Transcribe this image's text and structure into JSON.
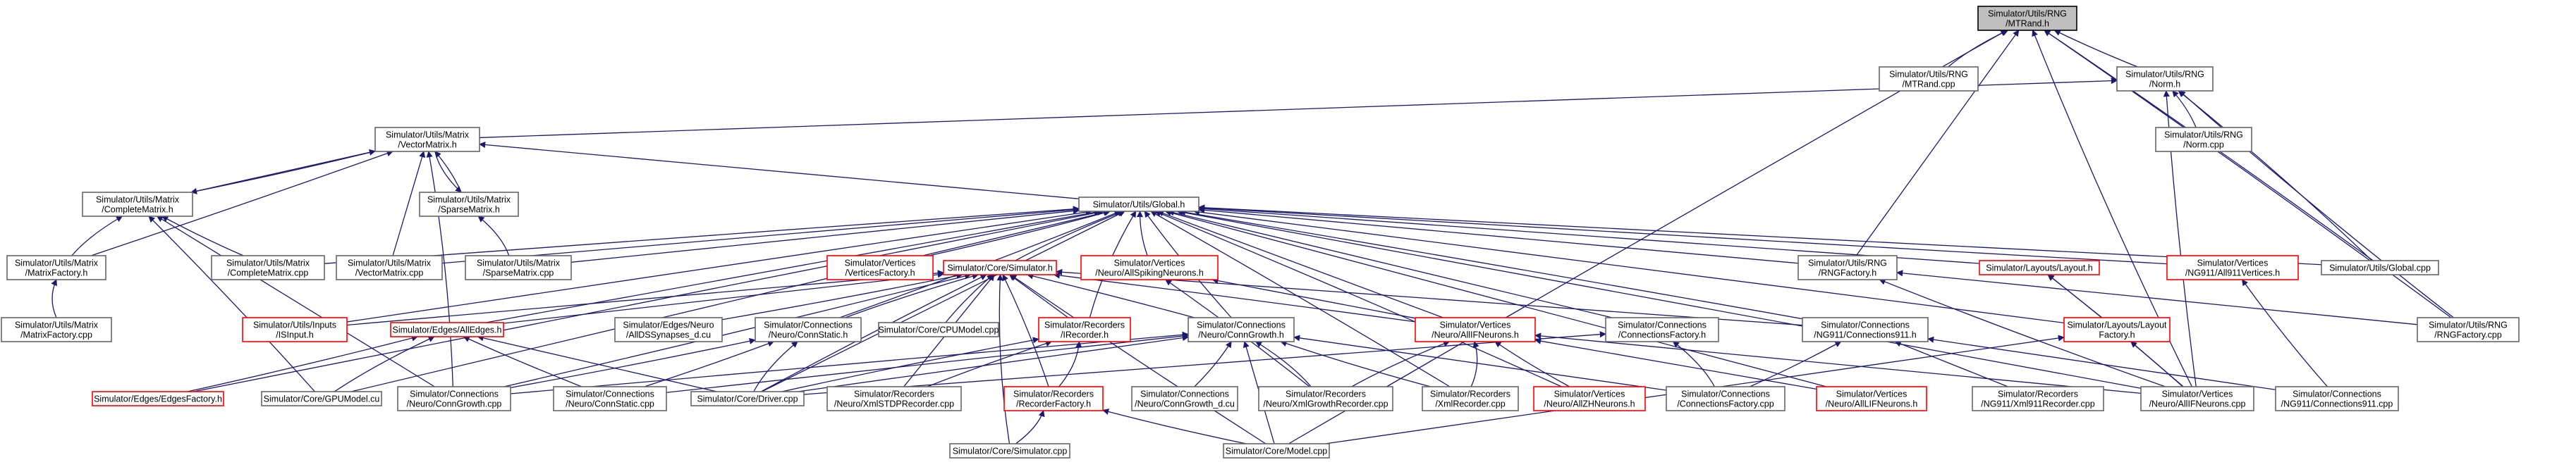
{
  "diagram": {
    "kind": "include-dependency-graph",
    "colors": {
      "edge": "#191970",
      "node_border": "#666666",
      "incomplete_node_border": "#ff0000",
      "root_fill": "#bfbfbf",
      "background": "#ffffff"
    },
    "nodes": [
      {
        "id": "mtrand_h",
        "lines": [
          "Simulator/Utils/RNG",
          "/MTRand.h"
        ],
        "style": "root"
      },
      {
        "id": "mtrand_cpp",
        "lines": [
          "Simulator/Utils/RNG",
          "/MTRand.cpp"
        ],
        "style": "normal"
      },
      {
        "id": "norm_h",
        "lines": [
          "Simulator/Utils/RNG",
          "/Norm.h"
        ],
        "style": "normal"
      },
      {
        "id": "norm_cpp",
        "lines": [
          "Simulator/Utils/RNG",
          "/Norm.cpp"
        ],
        "style": "normal"
      },
      {
        "id": "vectormatrix_h",
        "lines": [
          "Simulator/Utils/Matrix",
          "/VectorMatrix.h"
        ],
        "style": "normal"
      },
      {
        "id": "completematrix_h",
        "lines": [
          "Simulator/Utils/Matrix",
          "/CompleteMatrix.h"
        ],
        "style": "normal"
      },
      {
        "id": "sparsematrix_h",
        "lines": [
          "Simulator/Utils/Matrix",
          "/SparseMatrix.h"
        ],
        "style": "normal"
      },
      {
        "id": "global_h",
        "lines": [
          "Simulator/Utils/Global.h"
        ],
        "style": "normal"
      },
      {
        "id": "matrixfactory_h",
        "lines": [
          "Simulator/Utils/Matrix",
          "/MatrixFactory.h"
        ],
        "style": "normal"
      },
      {
        "id": "matrixfactory_cpp",
        "lines": [
          "Simulator/Utils/Matrix",
          "/MatrixFactory.cpp"
        ],
        "style": "normal"
      },
      {
        "id": "completematrix_cpp",
        "lines": [
          "Simulator/Utils/Matrix",
          "/CompleteMatrix.cpp"
        ],
        "style": "normal"
      },
      {
        "id": "vectormatrix_cpp",
        "lines": [
          "Simulator/Utils/Matrix",
          "/VectorMatrix.cpp"
        ],
        "style": "normal"
      },
      {
        "id": "sparsematrix_cpp",
        "lines": [
          "Simulator/Utils/Matrix",
          "/SparseMatrix.cpp"
        ],
        "style": "normal"
      },
      {
        "id": "verticesfactory_h",
        "lines": [
          "Simulator/Vertices",
          "/VerticesFactory.h"
        ],
        "style": "red"
      },
      {
        "id": "simulator_h",
        "lines": [
          "Simulator/Core/Simulator.h"
        ],
        "style": "red"
      },
      {
        "id": "allspikingneurons_h",
        "lines": [
          "Simulator/Vertices",
          "/Neuro/AllSpikingNeurons.h"
        ],
        "style": "red"
      },
      {
        "id": "rngfactory_h",
        "lines": [
          "Simulator/Utils/RNG",
          "/RNGFactory.h"
        ],
        "style": "normal"
      },
      {
        "id": "layout_h",
        "lines": [
          "Simulator/Layouts/Layout.h"
        ],
        "style": "red"
      },
      {
        "id": "all911vertices_h",
        "lines": [
          "Simulator/Vertices",
          "/NG911/All911Vertices.h"
        ],
        "style": "red"
      },
      {
        "id": "global_cpp",
        "lines": [
          "Simulator/Utils/Global.cpp"
        ],
        "style": "normal"
      },
      {
        "id": "layoutfactory_h",
        "lines": [
          "Simulator/Layouts/Layout",
          "Factory.h"
        ],
        "style": "red"
      },
      {
        "id": "rngfactory_cpp",
        "lines": [
          "Simulator/Utils/RNG",
          "/RNGFactory.cpp"
        ],
        "style": "normal"
      },
      {
        "id": "isinput_h",
        "lines": [
          "Simulator/Utils/Inputs",
          "/ISInput.h"
        ],
        "style": "red"
      },
      {
        "id": "alledges_h",
        "lines": [
          "Simulator/Edges/AllEdges.h"
        ],
        "style": "red"
      },
      {
        "id": "allds_cu",
        "lines": [
          "Simulator/Edges/Neuro",
          "/AllDSSynapses_d.cu"
        ],
        "style": "normal"
      },
      {
        "id": "connstatic_h",
        "lines": [
          "Simulator/Connections",
          "/Neuro/ConnStatic.h"
        ],
        "style": "normal"
      },
      {
        "id": "cpumodel_cpp",
        "lines": [
          "Simulator/Core/CPUModel.cpp"
        ],
        "style": "normal"
      },
      {
        "id": "recorder_h",
        "lines": [
          "Simulator/Recorders",
          "/IRecorder.h"
        ],
        "style": "red"
      },
      {
        "id": "conngrowth_h",
        "lines": [
          "Simulator/Connections",
          "/Neuro/ConnGrowth.h"
        ],
        "style": "normal"
      },
      {
        "id": "allifneurons_h",
        "lines": [
          "Simulator/Vertices",
          "/Neuro/AllIFNeurons.h"
        ],
        "style": "red"
      },
      {
        "id": "connectionsfactory_h",
        "lines": [
          "Simulator/Connections",
          "/ConnectionsFactory.h"
        ],
        "style": "normal"
      },
      {
        "id": "connections911_h",
        "lines": [
          "Simulator/Connections",
          "/NG911/Connections911.h"
        ],
        "style": "normal"
      },
      {
        "id": "edgesfactory_h",
        "lines": [
          "Simulator/Edges/EdgesFactory.h"
        ],
        "style": "red"
      },
      {
        "id": "gpumodel_cu",
        "lines": [
          "Simulator/Core/GPUModel.cu"
        ],
        "style": "normal"
      },
      {
        "id": "conngrowth_cpp",
        "lines": [
          "Simulator/Connections",
          "/Neuro/ConnGrowth.cpp"
        ],
        "style": "normal"
      },
      {
        "id": "connstatic_cpp",
        "lines": [
          "Simulator/Connections",
          "/Neuro/ConnStatic.cpp"
        ],
        "style": "normal"
      },
      {
        "id": "driver_cpp",
        "lines": [
          "Simulator/Core/Driver.cpp"
        ],
        "style": "normal"
      },
      {
        "id": "xmlstdp_cpp",
        "lines": [
          "Simulator/Recorders",
          "/Neuro/XmlSTDPRecorder.cpp"
        ],
        "style": "normal"
      },
      {
        "id": "recorderfactory_h",
        "lines": [
          "Simulator/Recorders",
          "/RecorderFactory.h"
        ],
        "style": "red"
      },
      {
        "id": "conngrowth_cu",
        "lines": [
          "Simulator/Connections",
          "/Neuro/ConnGrowth_d.cu"
        ],
        "style": "normal"
      },
      {
        "id": "xmlgrowth_cpp",
        "lines": [
          "Simulator/Recorders",
          "/Neuro/XmlGrowthRecorder.cpp"
        ],
        "style": "normal"
      },
      {
        "id": "xmlrecorder_cpp",
        "lines": [
          "Simulator/Recorders",
          "/XmlRecorder.cpp"
        ],
        "style": "normal"
      },
      {
        "id": "allzhneurons_h",
        "lines": [
          "Simulator/Vertices",
          "/Neuro/AllZHNeurons.h"
        ],
        "style": "red"
      },
      {
        "id": "connectionsfactory_cpp",
        "lines": [
          "Simulator/Connections",
          "/ConnectionsFactory.cpp"
        ],
        "style": "normal"
      },
      {
        "id": "alllifneurons_h",
        "lines": [
          "Simulator/Vertices",
          "/Neuro/AllLIFNeurons.h"
        ],
        "style": "red"
      },
      {
        "id": "xml911_cpp",
        "lines": [
          "Simulator/Recorders",
          "/NG911/Xml911Recorder.cpp"
        ],
        "style": "normal"
      },
      {
        "id": "allifneurons_cpp",
        "lines": [
          "Simulator/Vertices",
          "/Neuro/AllIFNeurons.cpp"
        ],
        "style": "normal"
      },
      {
        "id": "connections911_cpp",
        "lines": [
          "Simulator/Connections",
          "/NG911/Connections911.cpp"
        ],
        "style": "normal"
      },
      {
        "id": "simulator_cpp",
        "lines": [
          "Simulator/Core/Simulator.cpp"
        ],
        "style": "normal"
      },
      {
        "id": "model_cpp",
        "lines": [
          "Simulator/Core/Model.cpp"
        ],
        "style": "normal"
      }
    ],
    "edges": [
      [
        "mtrand_cpp",
        "mtrand_h"
      ],
      [
        "norm_h",
        "mtrand_h"
      ],
      [
        "rngfactory_h",
        "mtrand_h"
      ],
      [
        "global_cpp",
        "mtrand_h"
      ],
      [
        "rngfactory_cpp",
        "mtrand_h"
      ],
      [
        "allifneurons_cpp",
        "mtrand_h"
      ],
      [
        "model_cpp",
        "mtrand_h"
      ],
      [
        "vectormatrix_h",
        "norm_h"
      ],
      [
        "norm_cpp",
        "norm_h"
      ],
      [
        "global_cpp",
        "norm_h"
      ],
      [
        "rngfactory_cpp",
        "norm_h"
      ],
      [
        "allifneurons_cpp",
        "norm_h"
      ],
      [
        "completematrix_h",
        "vectormatrix_h"
      ],
      [
        "sparsematrix_h",
        "vectormatrix_h"
      ],
      [
        "vectormatrix_h",
        "completematrix_h"
      ],
      [
        "vectormatrix_h",
        "sparsematrix_h"
      ],
      [
        "global_h",
        "vectormatrix_h"
      ],
      [
        "vectormatrix_cpp",
        "vectormatrix_h"
      ],
      [
        "matrixfactory_h",
        "vectormatrix_h"
      ],
      [
        "conngrowth_cpp",
        "vectormatrix_h"
      ],
      [
        "matrixfactory_h",
        "completematrix_h"
      ],
      [
        "completematrix_cpp",
        "completematrix_h"
      ],
      [
        "conngrowth_cpp",
        "completematrix_h"
      ],
      [
        "gpumodel_cu",
        "completematrix_h"
      ],
      [
        "sparsematrix_cpp",
        "sparsematrix_h"
      ],
      [
        "matrixfactory_cpp",
        "matrixfactory_h"
      ],
      [
        "completematrix_cpp",
        "global_h"
      ],
      [
        "vectormatrix_cpp",
        "global_h"
      ],
      [
        "sparsematrix_cpp",
        "global_h"
      ],
      [
        "verticesfactory_h",
        "global_h"
      ],
      [
        "simulator_h",
        "global_h"
      ],
      [
        "allspikingneurons_h",
        "global_h"
      ],
      [
        "rngfactory_h",
        "global_h"
      ],
      [
        "layout_h",
        "global_h"
      ],
      [
        "all911vertices_h",
        "global_h"
      ],
      [
        "global_cpp",
        "global_h"
      ],
      [
        "layoutfactory_h",
        "global_h"
      ],
      [
        "isinput_h",
        "global_h"
      ],
      [
        "alledges_h",
        "global_h"
      ],
      [
        "connstatic_h",
        "global_h"
      ],
      [
        "recorder_h",
        "global_h"
      ],
      [
        "conngrowth_h",
        "global_h"
      ],
      [
        "allifneurons_h",
        "global_h"
      ],
      [
        "connectionsfactory_h",
        "global_h"
      ],
      [
        "connections911_h",
        "global_h"
      ],
      [
        "edgesfactory_h",
        "global_h"
      ],
      [
        "gpumodel_cu",
        "global_h"
      ],
      [
        "driver_cpp",
        "global_h"
      ],
      [
        "xmlrecorder_cpp",
        "global_h"
      ],
      [
        "allzhneurons_h",
        "global_h"
      ],
      [
        "allifneurons_cpp",
        "global_h"
      ],
      [
        "alllifneurons_h",
        "global_h"
      ],
      [
        "isinput_h",
        "simulator_h"
      ],
      [
        "alledges_h",
        "simulator_h"
      ],
      [
        "allds_cu",
        "simulator_h"
      ],
      [
        "connstatic_h",
        "simulator_h"
      ],
      [
        "cpumodel_cpp",
        "simulator_h"
      ],
      [
        "recorder_h",
        "simulator_h"
      ],
      [
        "conngrowth_h",
        "simulator_h"
      ],
      [
        "allifneurons_h",
        "simulator_h"
      ],
      [
        "connections911_h",
        "simulator_h"
      ],
      [
        "driver_cpp",
        "simulator_h"
      ],
      [
        "xmlstdp_cpp",
        "simulator_h"
      ],
      [
        "recorderfactory_h",
        "simulator_h"
      ],
      [
        "conngrowth_cpp",
        "simulator_h"
      ],
      [
        "simulator_cpp",
        "simulator_h"
      ],
      [
        "model_cpp",
        "simulator_h"
      ],
      [
        "allifneurons_h",
        "allspikingneurons_h"
      ],
      [
        "xmlgrowth_cpp",
        "allspikingneurons_h"
      ],
      [
        "recorderfactory_h",
        "recorder_h"
      ],
      [
        "driver_cpp",
        "recorder_h"
      ],
      [
        "xmlstdp_cpp",
        "recorder_h"
      ],
      [
        "layoutfactory_h",
        "layout_h"
      ],
      [
        "allifneurons_cpp",
        "layout_h"
      ],
      [
        "rngfactory_cpp",
        "rngfactory_h"
      ],
      [
        "allifneurons_cpp",
        "rngfactory_h"
      ],
      [
        "connections911_cpp",
        "all911vertices_h"
      ],
      [
        "allifneurons_cpp",
        "layoutfactory_h"
      ],
      [
        "model_cpp",
        "layoutfactory_h"
      ],
      [
        "edgesfactory_h",
        "alledges_h"
      ],
      [
        "gpumodel_cu",
        "alledges_h"
      ],
      [
        "connstatic_cpp",
        "alledges_h"
      ],
      [
        "driver_cpp",
        "alledges_h"
      ],
      [
        "connstatic_cpp",
        "connstatic_h"
      ],
      [
        "conngrowth_cpp",
        "connstatic_h"
      ],
      [
        "driver_cpp",
        "connstatic_h"
      ],
      [
        "conngrowth_cpp",
        "conngrowth_h"
      ],
      [
        "connstatic_cpp",
        "conngrowth_h"
      ],
      [
        "conngrowth_cu",
        "conngrowth_h"
      ],
      [
        "xmlgrowth_cpp",
        "conngrowth_h"
      ],
      [
        "xmlrecorder_cpp",
        "conngrowth_h"
      ],
      [
        "connectionsfactory_cpp",
        "conngrowth_h"
      ],
      [
        "model_cpp",
        "conngrowth_h"
      ],
      [
        "driver_cpp",
        "conngrowth_h"
      ],
      [
        "xmlrecorder_cpp",
        "allifneurons_h"
      ],
      [
        "xmlgrowth_cpp",
        "allifneurons_h"
      ],
      [
        "allzhneurons_h",
        "allifneurons_h"
      ],
      [
        "alllifneurons_h",
        "allifneurons_h"
      ],
      [
        "allifneurons_cpp",
        "allifneurons_h"
      ],
      [
        "connectionsfactory_cpp",
        "connectionsfactory_h"
      ],
      [
        "driver_cpp",
        "connectionsfactory_h"
      ],
      [
        "connections911_cpp",
        "connections911_h"
      ],
      [
        "xml911_cpp",
        "connections911_h"
      ],
      [
        "connectionsfactory_cpp",
        "connections911_h"
      ],
      [
        "simulator_cpp",
        "recorderfactory_h"
      ],
      [
        "model_cpp",
        "recorderfactory_h"
      ]
    ]
  }
}
